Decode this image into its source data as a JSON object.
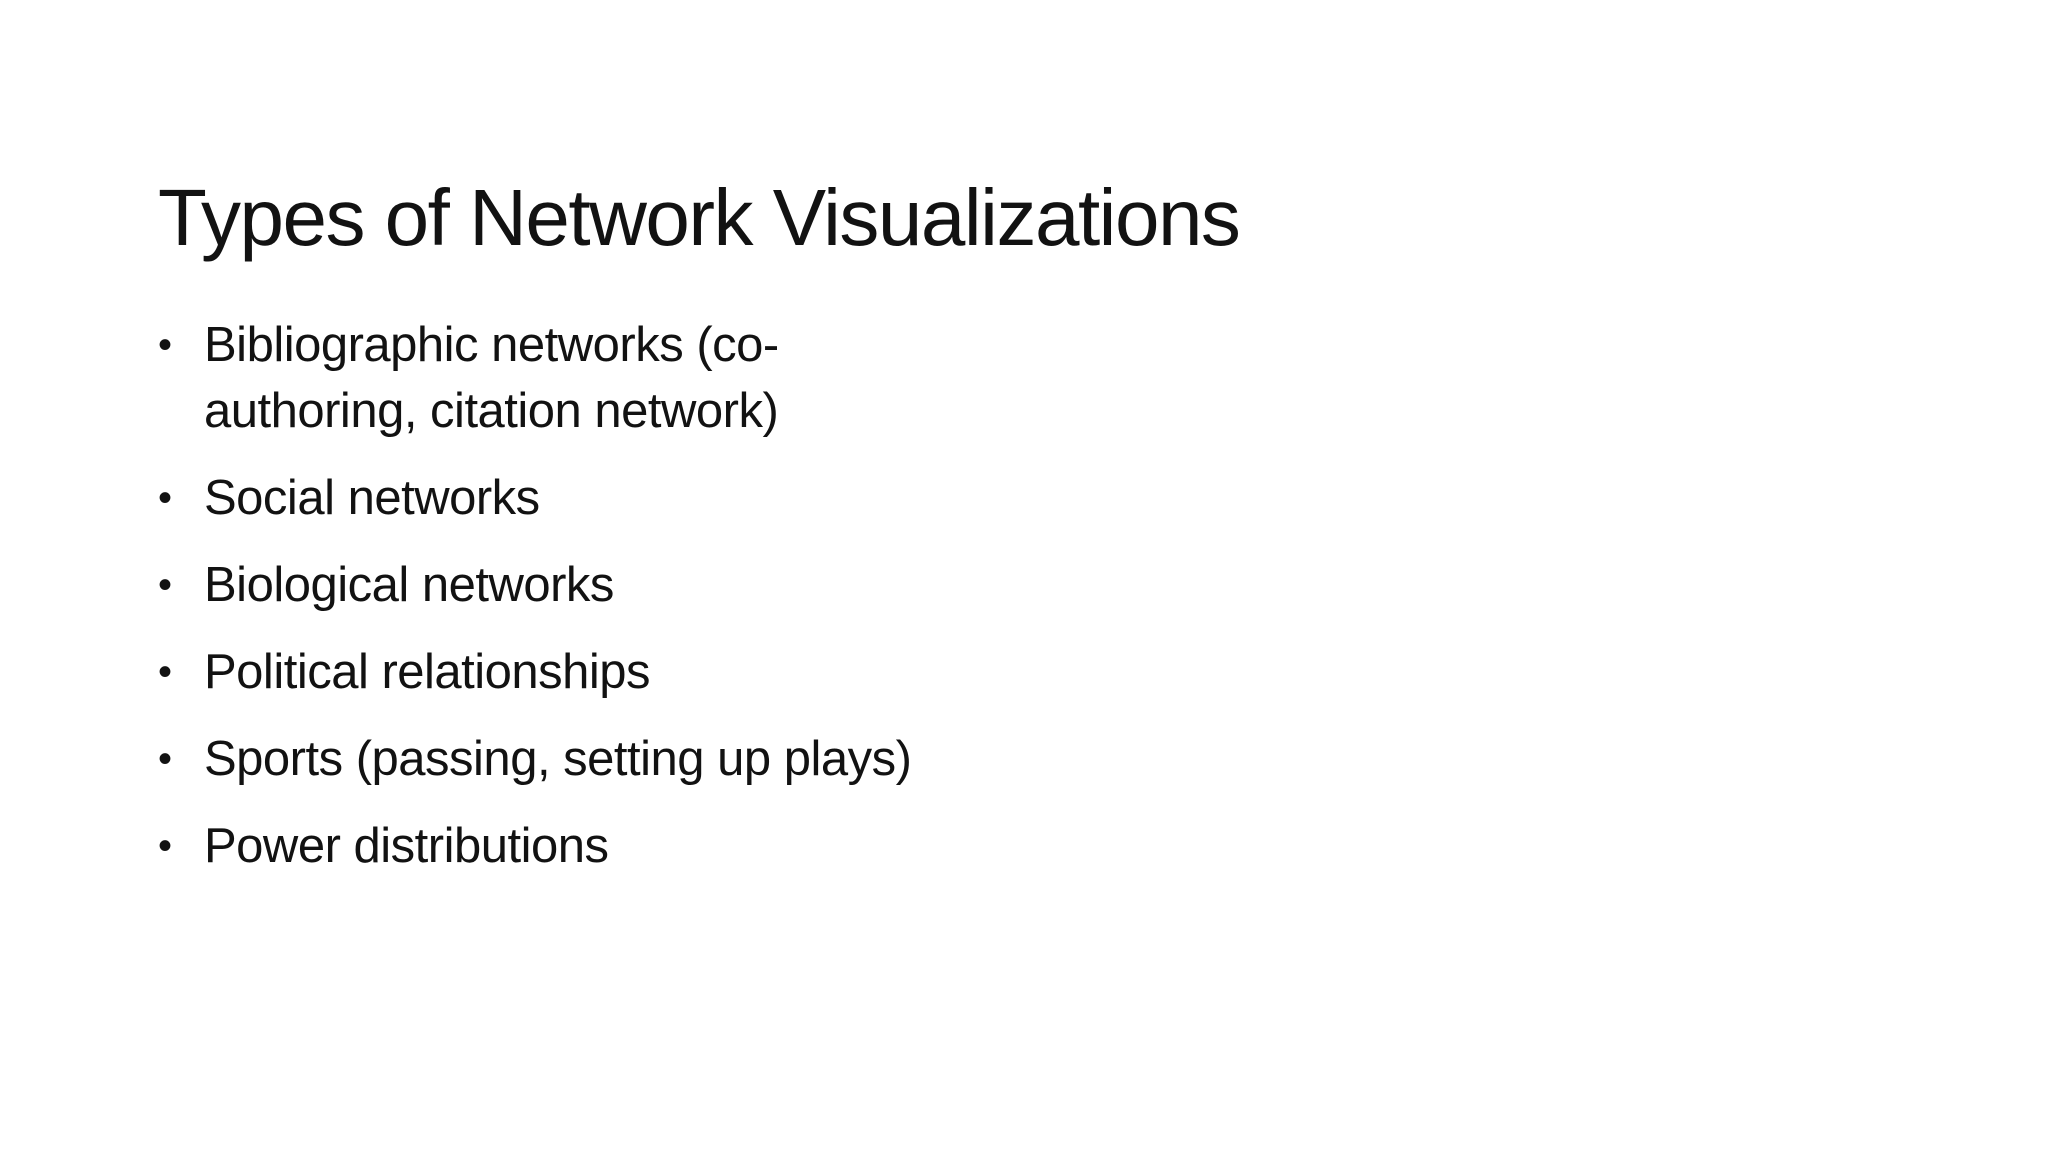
{
  "slide": {
    "title": "Types of Network Visualizations",
    "bullet_char": "•",
    "text_color": "#121212",
    "background_color": "#ffffff",
    "bullets": [
      {
        "lines": [
          "Bibliographic networks (co-",
          "authoring, citation network)"
        ]
      },
      {
        "lines": [
          "Social networks"
        ]
      },
      {
        "lines": [
          "Biological networks"
        ]
      },
      {
        "lines": [
          "Political relationships"
        ]
      },
      {
        "lines": [
          "Sports (passing, setting up plays)"
        ]
      },
      {
        "lines": [
          "Power distributions"
        ]
      }
    ]
  }
}
